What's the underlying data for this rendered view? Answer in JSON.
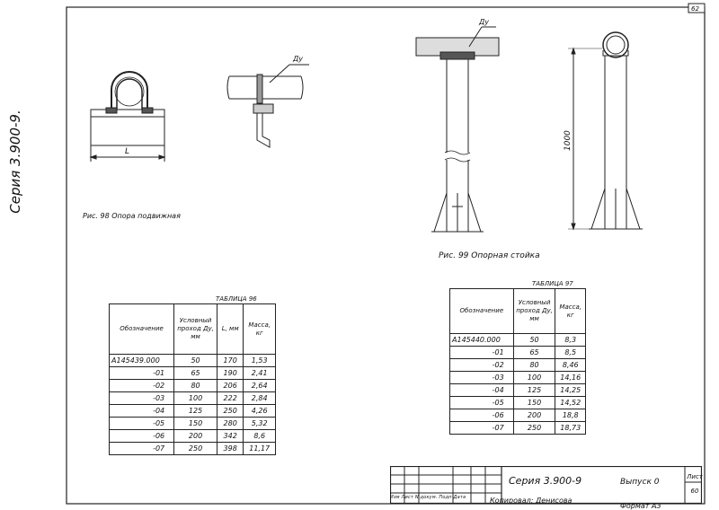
{
  "page_number": "62",
  "series_vertical": "Серия 3.900-9.",
  "fig98_caption": "Рис. 98  Опора подвижная",
  "fig99_caption": "Рис. 99  Опорная стойка",
  "labels": {
    "du_top": "Ду",
    "du_side": "Ду",
    "L_dim": "L",
    "height_1000": "1000"
  },
  "table96": {
    "title": "ТАБЛИЦА 96",
    "headers": [
      "Обозначение",
      "Условный проход Ду, мм",
      "L, мм",
      "Масса, кг"
    ],
    "rows": [
      [
        "А145439.000",
        "50",
        "170",
        "1,53"
      ],
      [
        "-01",
        "65",
        "190",
        "2,41"
      ],
      [
        "-02",
        "80",
        "206",
        "2,64"
      ],
      [
        "-03",
        "100",
        "222",
        "2,84"
      ],
      [
        "-04",
        "125",
        "250",
        "4,26"
      ],
      [
        "-05",
        "150",
        "280",
        "5,32"
      ],
      [
        "-06",
        "200",
        "342",
        "8,6"
      ],
      [
        "-07",
        "250",
        "398",
        "11,17"
      ]
    ]
  },
  "table97": {
    "title": "ТАБЛИЦА 97",
    "headers": [
      "Обозначение",
      "Условный проход Ду, мм",
      "Масса, кг"
    ],
    "rows": [
      [
        "А145440.000",
        "50",
        "8,3"
      ],
      [
        "-01",
        "65",
        "8,5"
      ],
      [
        "-02",
        "80",
        "8,46"
      ],
      [
        "-03",
        "100",
        "14,16"
      ],
      [
        "-04",
        "125",
        "14,25"
      ],
      [
        "-05",
        "150",
        "14,52"
      ],
      [
        "-06",
        "200",
        "18,8"
      ],
      [
        "-07",
        "250",
        "18,73"
      ]
    ]
  },
  "title_block": {
    "header_row": "Изм Лист  N докум.  Подп  Дата",
    "series": "Серия 3.900-9",
    "issue": "Выпуск 0",
    "sheet_label": "Лист",
    "sheet_number": "60"
  },
  "footer": {
    "copied_by": "Копировал: Денисова",
    "format": "Формат А3"
  }
}
